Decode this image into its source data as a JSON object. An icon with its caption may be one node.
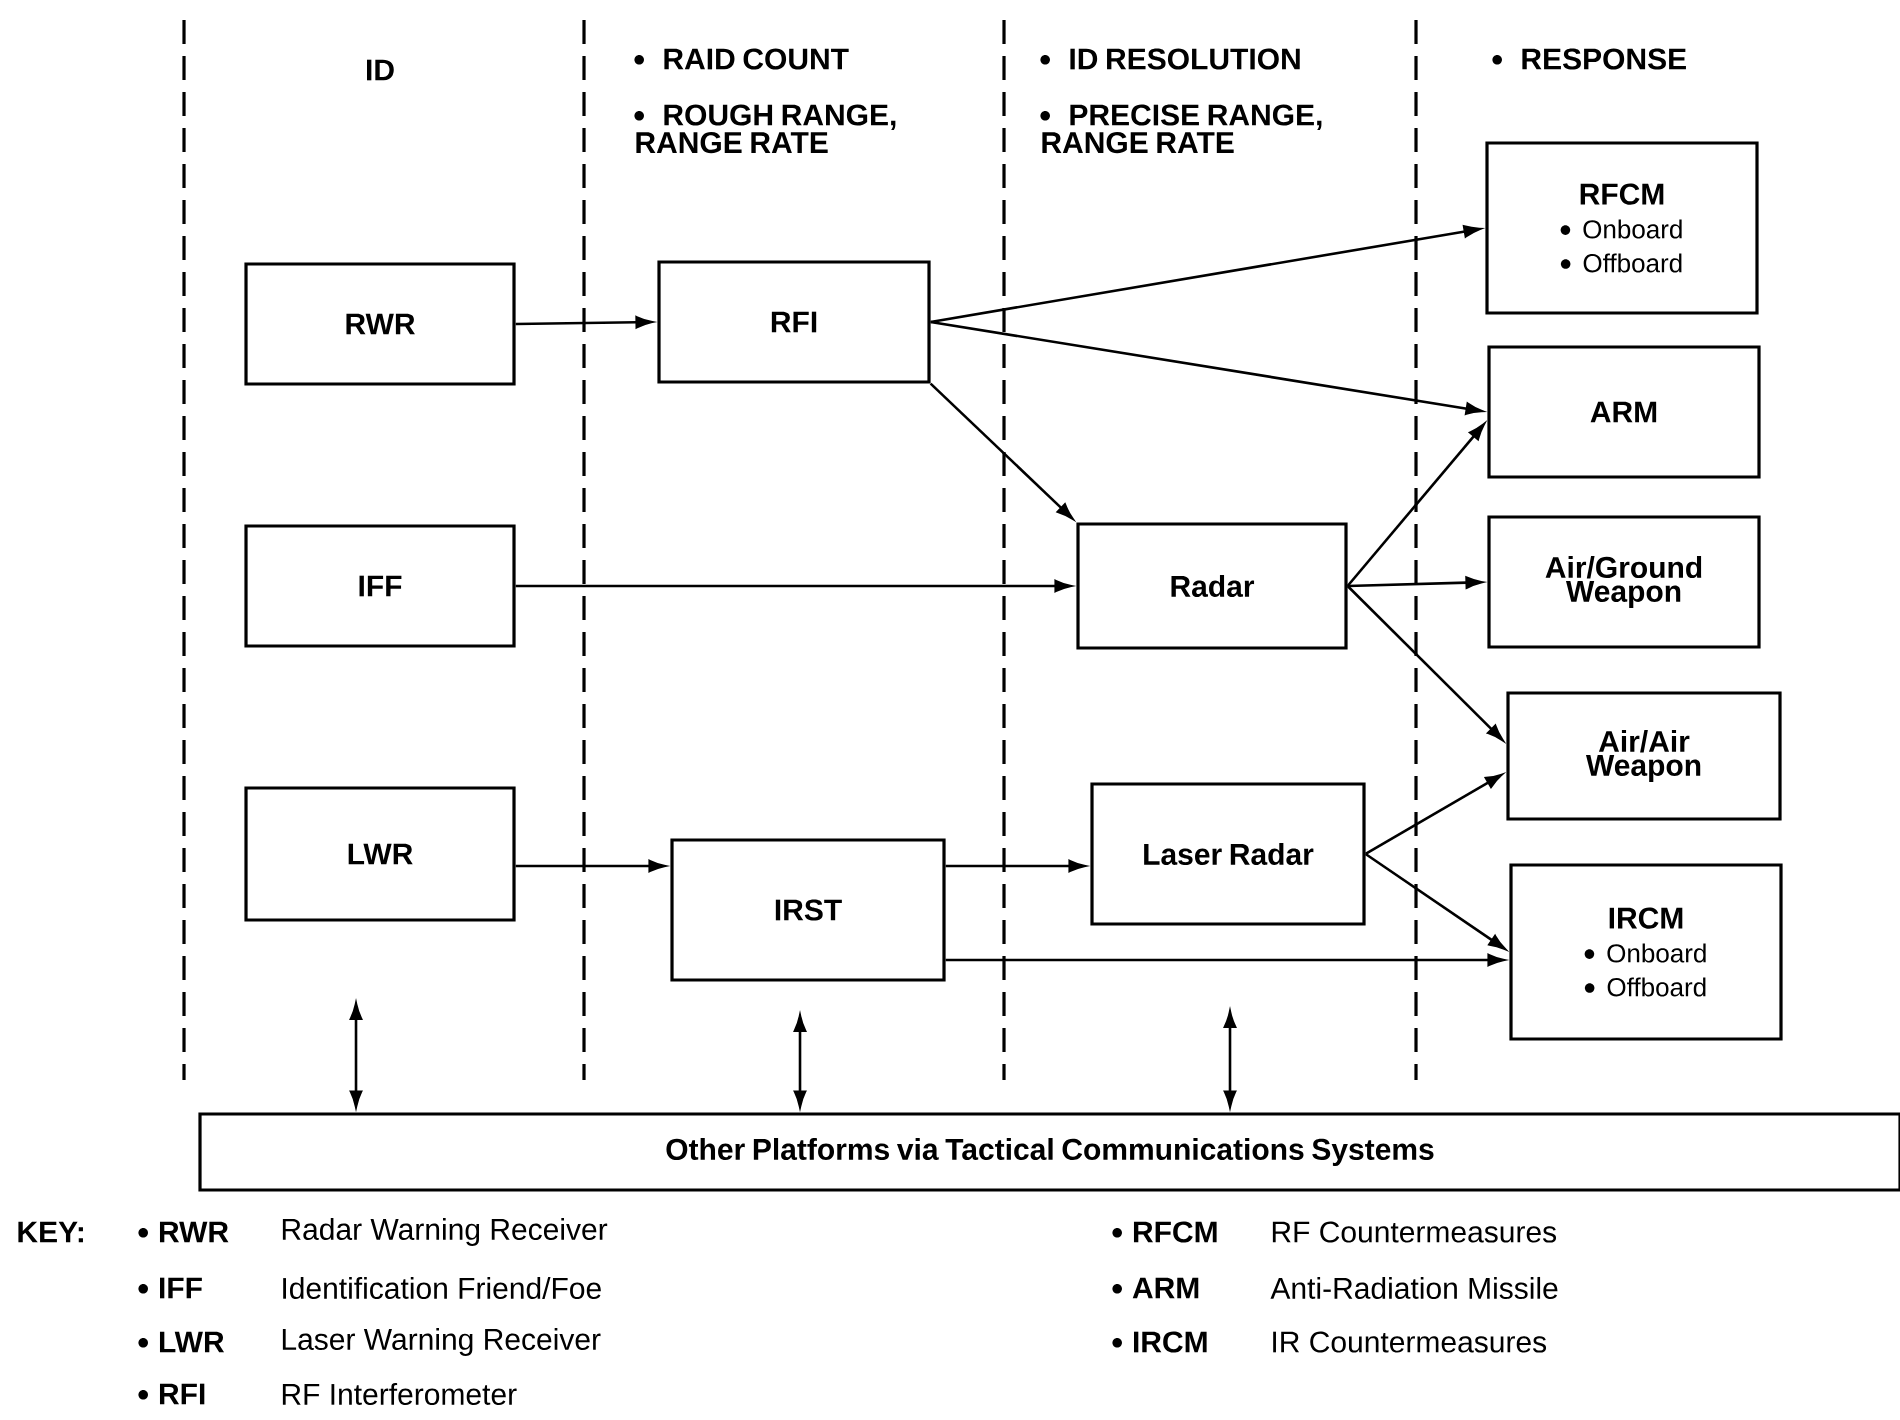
{
  "diagram": {
    "nodes": [
      {
        "text": [
          "RWR"
        ]
      },
      {
        "text": [
          "IFF"
        ]
      },
      {
        "text": [
          "LWR"
        ]
      },
      {
        "text": [
          "RFI"
        ]
      },
      {
        "text": [
          "IRST"
        ]
      },
      {
        "text": [
          "Radar"
        ]
      },
      {
        "text": [
          "Laser Radar"
        ]
      },
      {
        "text": [
          "RFCM",
          "Onboard",
          "Offboard"
        ]
      },
      {
        "text": [
          "ARM"
        ]
      },
      {
        "text": [
          "Air/Ground Weapon"
        ]
      },
      {
        "text": [
          "Air/Air Weapon"
        ]
      },
      {
        "text": [
          "IRCM",
          "Onboard",
          "Offboard"
        ]
      },
      {
        "text": [
          "Other Platforms via Tactical Communications Systems"
        ]
      }
    ],
    "edges": [
      {
        "from": 0,
        "to": 3,
        "arrow": "to"
      },
      {
        "from": 3,
        "to": 7,
        "arrow": "to"
      },
      {
        "from": 3,
        "to": 8,
        "arrow": "to"
      },
      {
        "from": 3,
        "to": 5,
        "arrow": "to"
      },
      {
        "from": 1,
        "to": 5,
        "arrow": "to"
      },
      {
        "from": 5,
        "to": 8,
        "arrow": "to"
      },
      {
        "from": 5,
        "to": 9,
        "arrow": "to"
      },
      {
        "from": 5,
        "to": 10,
        "arrow": "to"
      },
      {
        "from": 2,
        "to": 4,
        "arrow": "to"
      },
      {
        "from": 4,
        "to": 6,
        "arrow": "to"
      },
      {
        "from": 4,
        "to": 11,
        "arrow": "to"
      },
      {
        "from": 6,
        "to": 10,
        "arrow": "to"
      },
      {
        "from": 6,
        "to": 11,
        "arrow": "to"
      },
      {
        "from": null,
        "to": 12,
        "arrow": "both"
      },
      {
        "from": null,
        "to": 12,
        "arrow": "both"
      },
      {
        "from": null,
        "to": 12,
        "arrow": "both"
      }
    ],
    "labels": [
      "ID",
      "RAID COUNT",
      "ROUGH RANGE, RANGE RATE",
      "ID RESOLUTION",
      "PRECISE RANGE, RANGE RATE",
      "RESPONSE",
      "KEY:",
      "RWR",
      "Radar Warning Receiver",
      "RFCM",
      "RF Countermeasures",
      "IFF",
      "Identification Friend/Foe",
      "ARM",
      "Anti-Radiation Missile",
      "LWR",
      "Laser Warning Receiver",
      "IRCM",
      "IR Countermeasures",
      "RFI",
      "RF Interferometer"
    ]
  }
}
